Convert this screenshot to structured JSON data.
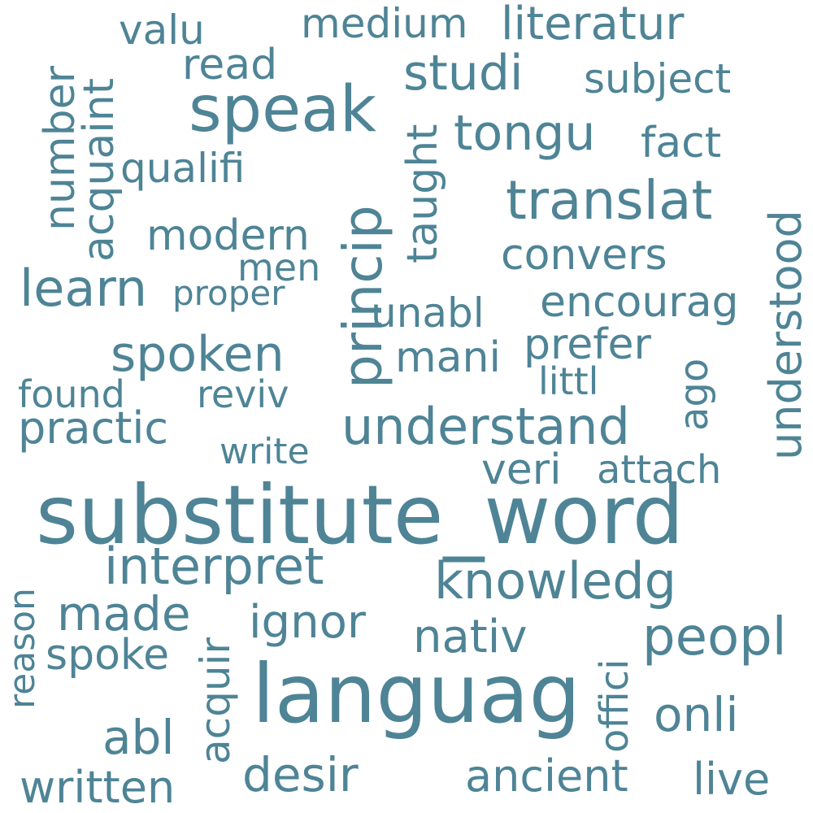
{
  "words": {
    "substitute_word": "substitute_word",
    "languag": "languag",
    "speak": "speak",
    "translat": "translat",
    "understand": "understand",
    "knowledg": "knowledg",
    "interpret": "interpret",
    "princip": "princip",
    "learn": "learn",
    "spoken": "spoken",
    "tongu": "tongu",
    "studi": "studi",
    "literatur": "literatur",
    "medium": "medium",
    "valu": "valu",
    "read": "read",
    "subject": "subject",
    "fact": "fact",
    "qualifi": "qualifi",
    "modern": "modern",
    "men": "men",
    "proper": "proper",
    "convers": "convers",
    "encourag": "encourag",
    "unabl": "unabl",
    "mani": "mani",
    "prefer": "prefer",
    "littl": "littl",
    "found": "found",
    "reviv": "reviv",
    "practic": "practic",
    "write": "write",
    "veri": "veri",
    "attach": "attach",
    "made": "made",
    "ignor": "ignor",
    "nativ": "nativ",
    "peopl": "peopl",
    "spoke": "spoke",
    "onli": "onli",
    "abl": "abl",
    "desir": "desir",
    "ancient": "ancient",
    "live": "live",
    "written": "written",
    "number": "number",
    "acquaint": "acquaint",
    "taught": "taught",
    "understood": "understood",
    "ago": "ago",
    "reason": "reason",
    "acquir": "acquir",
    "offici": "offici"
  },
  "colors": {
    "word": "#4e8496",
    "background": "#ffffff"
  }
}
